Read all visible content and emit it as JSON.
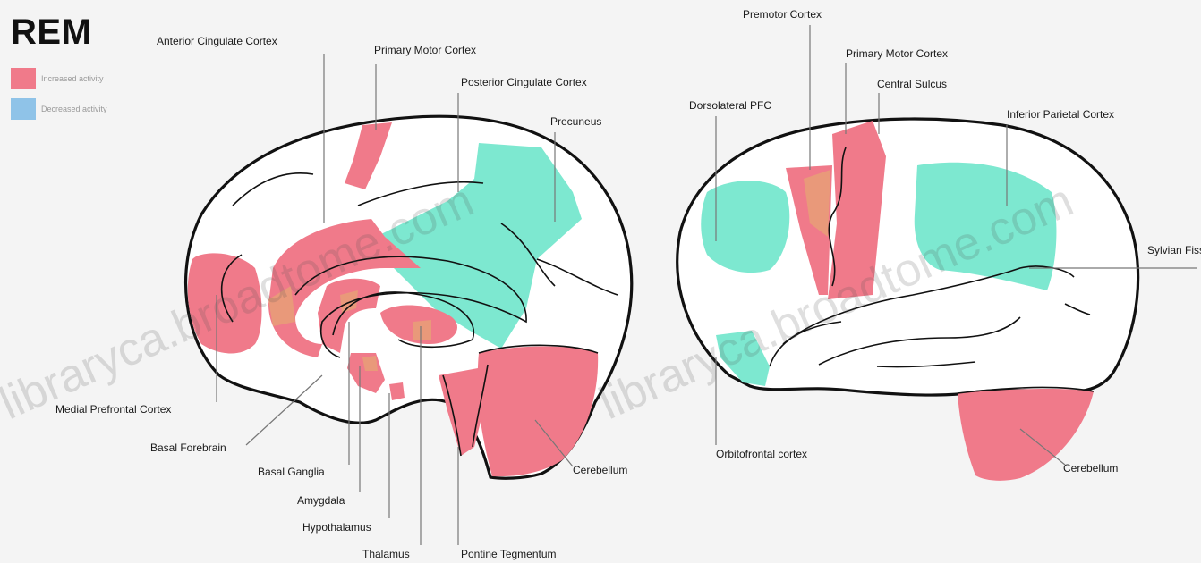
{
  "title": "REM",
  "legend": [
    {
      "label": "Increased activity",
      "color": "#f07a8a"
    },
    {
      "label": "Decreased activity",
      "color": "#8fc3e8"
    }
  ],
  "colors": {
    "increased": "#f07a8a",
    "decreased": "#7de8d0",
    "overlap": "#e9997a"
  },
  "medial_labels": {
    "anterior_cingulate": "Anterior Cingulate Cortex",
    "primary_motor": "Primary Motor Cortex",
    "posterior_cingulate": "Posterior Cingulate Cortex",
    "precuneus": "Precuneus",
    "medial_prefrontal": "Medial Prefrontal Cortex",
    "basal_forebrain": "Basal Forebrain",
    "basal_ganglia": "Basal Ganglia",
    "amygdala": "Amygdala",
    "hypothalamus": "Hypothalamus",
    "thalamus": "Thalamus",
    "pontine_tegmentum": "Pontine Tegmentum",
    "cerebellum": "Cerebellum"
  },
  "lateral_labels": {
    "premotor": "Premotor Cortex",
    "primary_motor": "Primary Motor Cortex",
    "central_sulcus": "Central Sulcus",
    "dorsolateral_pfc": "Dorsolateral PFC",
    "inferior_parietal": "Inferior Parietal Cortex",
    "sylvian_fissure": "Sylvian Fissure",
    "orbitofrontal": "Orbitofrontal cortex",
    "cerebellum": "Cerebellum"
  },
  "watermark": "libraryca.broadtome.com"
}
